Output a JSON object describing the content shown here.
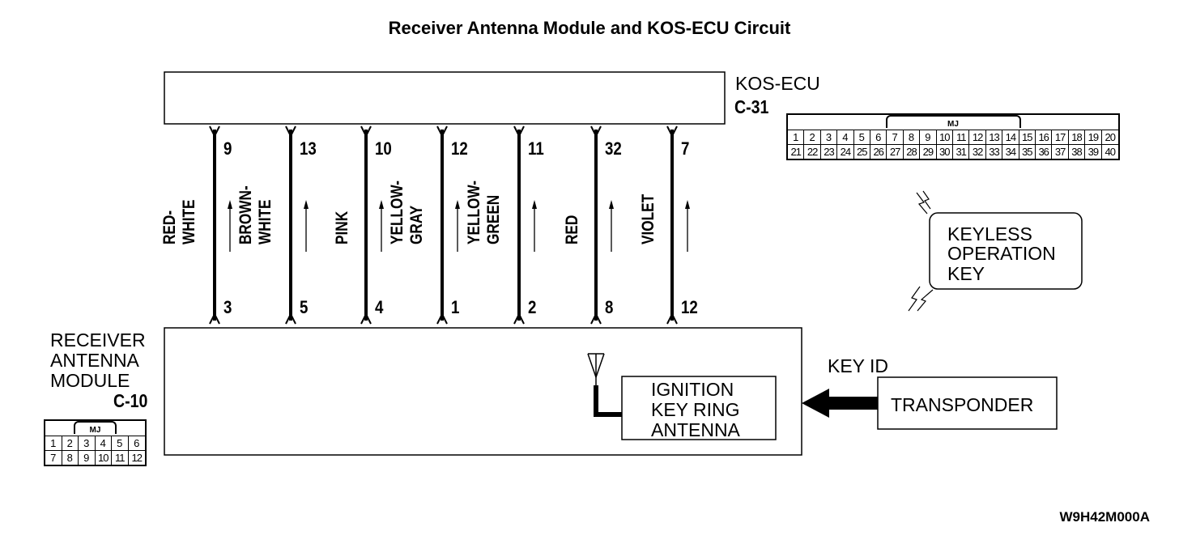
{
  "title": "Receiver Antenna Module and KOS-ECU Circuit",
  "ecu": {
    "name": "KOS-ECU",
    "connector": "C-31"
  },
  "module": {
    "name_lines": [
      "RECEIVER",
      "ANTENNA",
      "MODULE"
    ],
    "connector": "C-10"
  },
  "wires": [
    {
      "color_lines": [
        "RED-",
        "WHITE"
      ],
      "ecu_pin": "9",
      "module_pin": "3"
    },
    {
      "color_lines": [
        "BROWN-",
        "WHITE"
      ],
      "ecu_pin": "13",
      "module_pin": "5"
    },
    {
      "color_lines": [
        "PINK"
      ],
      "ecu_pin": "10",
      "module_pin": "4"
    },
    {
      "color_lines": [
        "YELLOW-",
        "GRAY"
      ],
      "ecu_pin": "12",
      "module_pin": "1"
    },
    {
      "color_lines": [
        "YELLOW-",
        "GREEN"
      ],
      "ecu_pin": "11",
      "module_pin": "2"
    },
    {
      "color_lines": [
        "RED"
      ],
      "ecu_pin": "32",
      "module_pin": "8"
    },
    {
      "color_lines": [
        "VIOLET"
      ],
      "ecu_pin": "7",
      "module_pin": "12"
    }
  ],
  "keyless_key": {
    "lines": [
      "KEYLESS",
      "OPERATION",
      "KEY"
    ]
  },
  "antenna": {
    "lines": [
      "IGNITION",
      "KEY RING",
      "ANTENNA"
    ]
  },
  "transponder": {
    "label": "TRANSPONDER",
    "signal": "KEY ID"
  },
  "connector_c31": {
    "tag": "MJ",
    "row1": [
      "1",
      "2",
      "3",
      "4",
      "5",
      "6",
      "7",
      "8",
      "9",
      "10",
      "11",
      "12",
      "13",
      "14",
      "15",
      "16",
      "17",
      "18",
      "19",
      "20"
    ],
    "row2": [
      "21",
      "22",
      "23",
      "24",
      "25",
      "26",
      "27",
      "28",
      "29",
      "30",
      "31",
      "32",
      "33",
      "34",
      "35",
      "36",
      "37",
      "38",
      "39",
      "40"
    ]
  },
  "connector_c10": {
    "tag": "MJ",
    "row1": [
      "1",
      "2",
      "3",
      "4",
      "5",
      "6"
    ],
    "row2": [
      "7",
      "8",
      "9",
      "10",
      "11",
      "12"
    ]
  },
  "figure_code": "W9H42M000A"
}
